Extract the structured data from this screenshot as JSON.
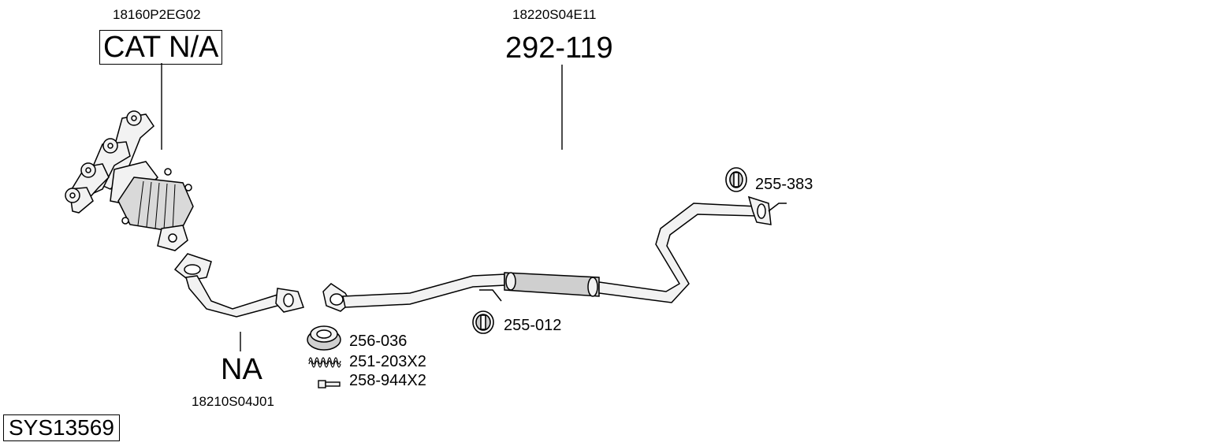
{
  "system_code": "SYS13569",
  "colors": {
    "ink": "#000000",
    "background": "#ffffff",
    "fill_light": "#f2f2f2",
    "fill_mid": "#cfcfcf"
  },
  "parts": {
    "manifold_cat": {
      "oem_number": "18160P2EG02",
      "label": "CAT N/A",
      "icon": "catalytic-manifold-icon"
    },
    "front_pipe": {
      "oem_number": "18210S04J01",
      "label": "NA",
      "icon": "front-pipe-icon"
    },
    "center_rear": {
      "oem_number": "18220S04E11",
      "label": "292-119",
      "icon": "exhaust-pipe-with-silencer-icon"
    }
  },
  "hardware": [
    {
      "number": "256-036",
      "icon": "gasket-ring-icon"
    },
    {
      "number": "251-203X2",
      "icon": "spring-icon"
    },
    {
      "number": "258-944X2",
      "icon": "bolt-icon"
    },
    {
      "number": "255-012",
      "icon": "rubber-mount-icon"
    },
    {
      "number": "255-383",
      "icon": "rubber-hanger-icon"
    }
  ]
}
